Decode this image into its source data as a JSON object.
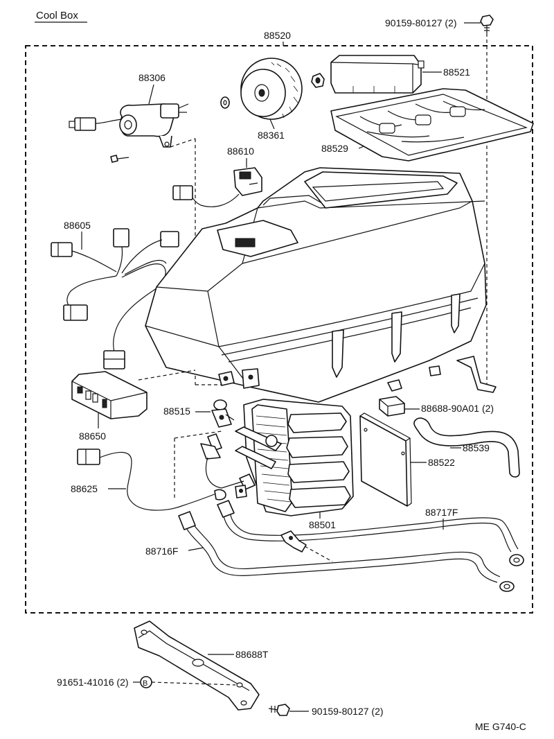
{
  "title": "Cool Box",
  "code": "ME  G740-C",
  "labels": {
    "p88520": "88520",
    "p90159_top": "90159-80127 (2)",
    "p88306": "88306",
    "p88521": "88521",
    "p88361": "88361",
    "p88529": "88529",
    "p88610": "88610",
    "p88605": "88605",
    "p88515": "88515",
    "p88688_90A01": "88688-90A01 (2)",
    "p88650": "88650",
    "p88539": "88539",
    "p88522": "88522",
    "p88625": "88625",
    "p88501": "88501",
    "p88717F": "88717F",
    "p88716F": "88716F",
    "p88688T": "88688T",
    "p91651": "91651-41016 (2)",
    "markB": "B",
    "p90159_bot": "90159-80127 (2)"
  }
}
